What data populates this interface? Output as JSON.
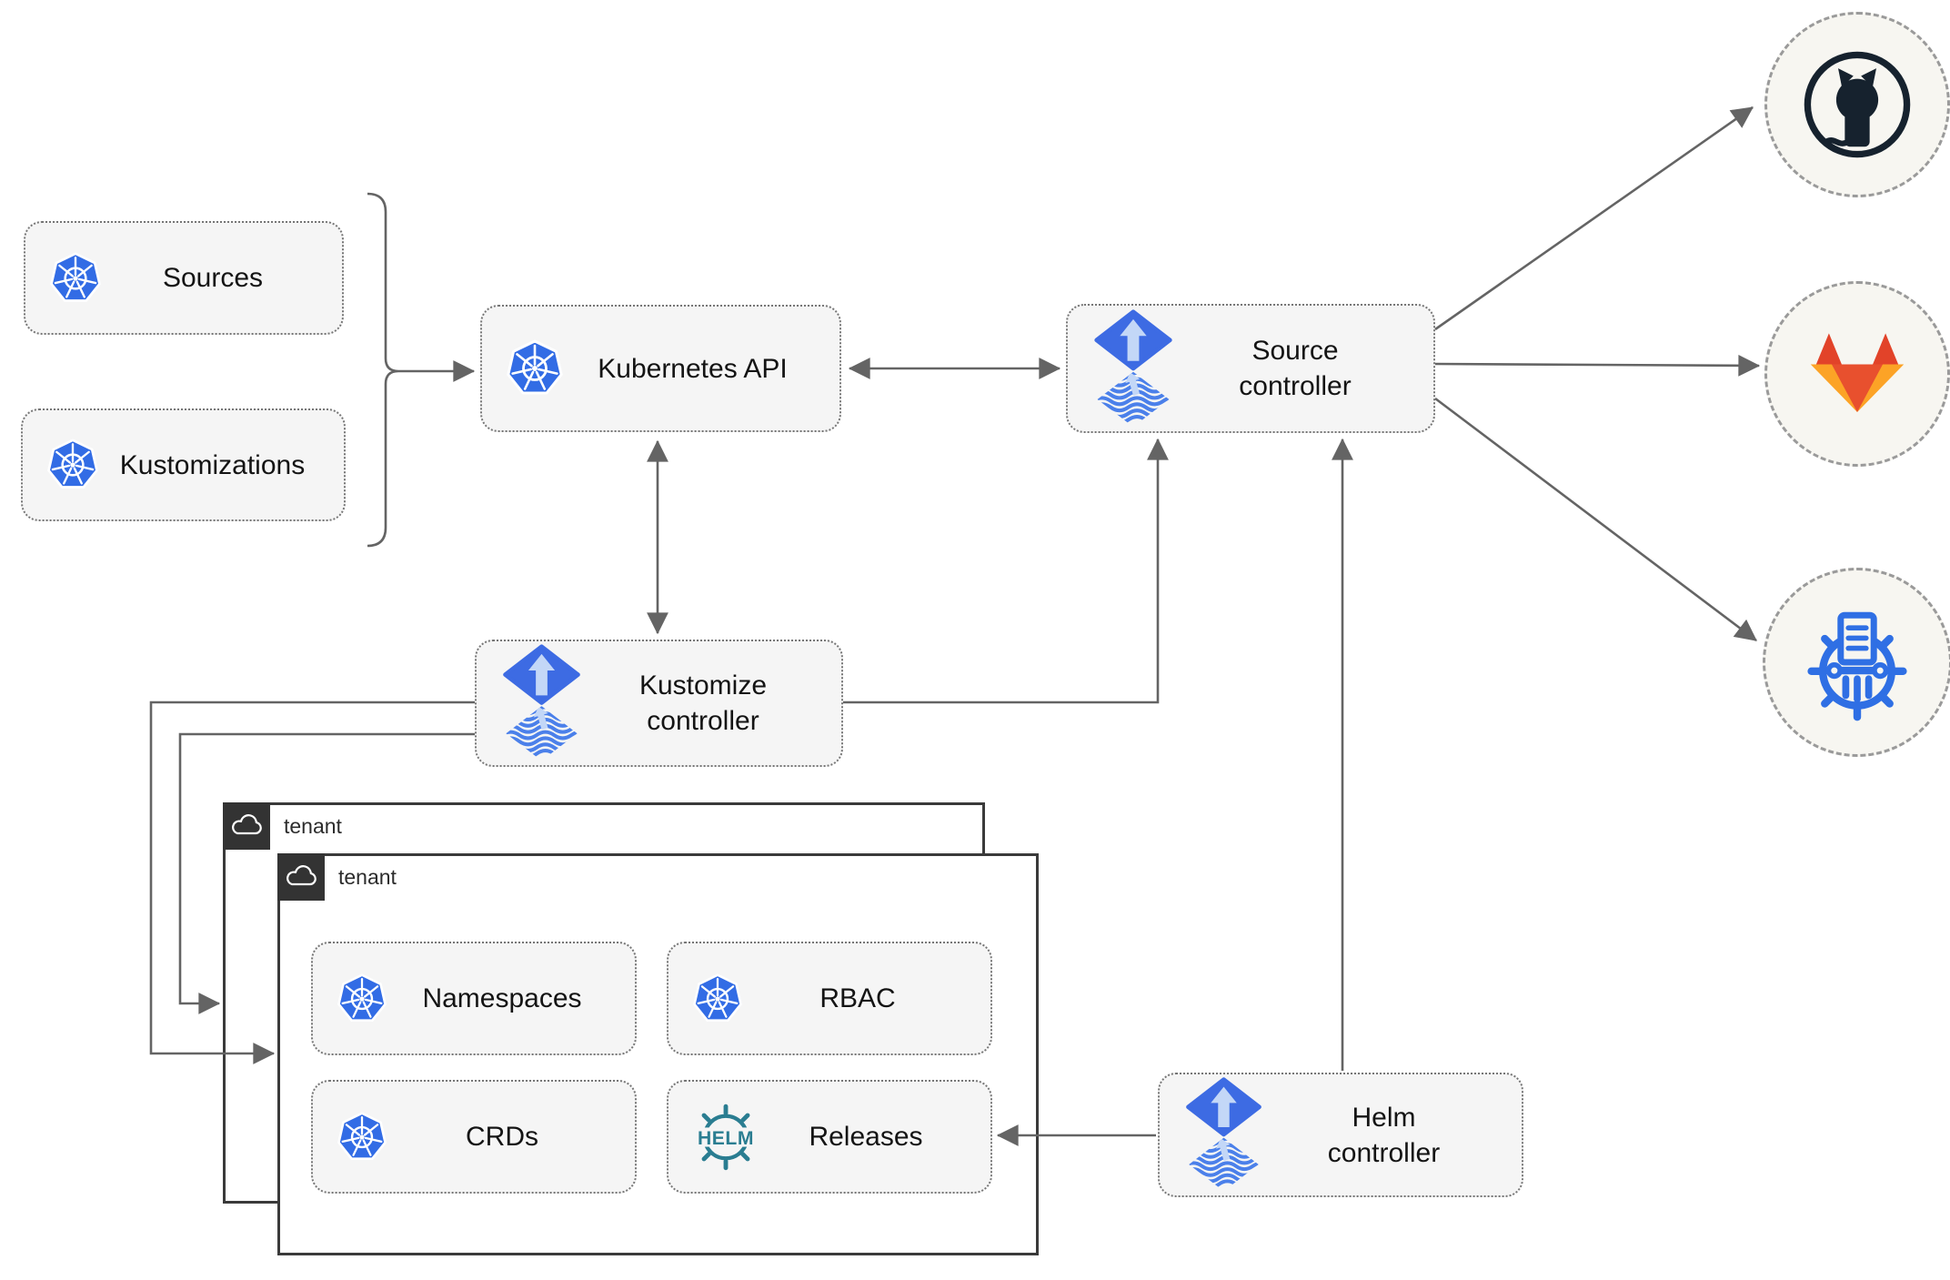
{
  "diagram": {
    "nodes": {
      "sources": {
        "label": "Sources"
      },
      "kustomizations": {
        "label": "Kustomizations"
      },
      "kubernetes_api": {
        "label": "Kubernetes API"
      },
      "source_controller": {
        "label": "Source\ncontroller"
      },
      "kustomize_controller": {
        "label": "Kustomize\ncontroller"
      },
      "helm_controller": {
        "label": "Helm\ncontroller"
      },
      "namespaces": {
        "label": "Namespaces"
      },
      "rbac": {
        "label": "RBAC"
      },
      "crds": {
        "label": "CRDs"
      },
      "releases": {
        "label": "Releases"
      }
    },
    "groups": {
      "tenant_back": {
        "label": "tenant"
      },
      "tenant_front": {
        "label": "tenant"
      }
    },
    "endpoints": {
      "github": {
        "icon": "github-icon"
      },
      "gitlab": {
        "icon": "gitlab-icon"
      },
      "chart_repository": {
        "icon": "chartmuseum-icon"
      }
    },
    "icons": {
      "helm_wordmark": "HELM"
    },
    "colors": {
      "connector_gray": "#646464",
      "node_fill": "#f5f5f5",
      "node_border": "#767676",
      "tenant_border": "#3a3a3a",
      "badge_background": "#333333",
      "kubernetes_blue": "#326ce5",
      "flux_blue": "#3d6be3",
      "flux_arrow_light": "#c3d7f7",
      "helm_teal": "#2a7d91",
      "github_dark": "#16222e",
      "gitlab_red": "#e24329",
      "gitlab_orange": "#fc6d26",
      "gitlab_yellow": "#fca326",
      "chartmuseum_blue": "#2f6fe4"
    }
  }
}
